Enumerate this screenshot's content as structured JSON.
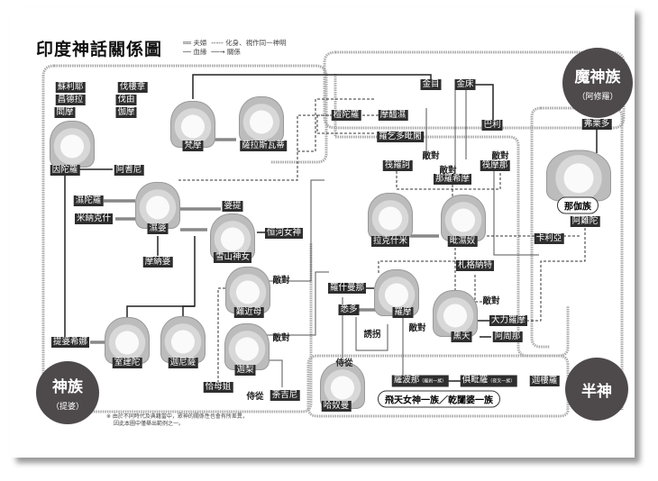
{
  "title": "印度神話關係圖",
  "legend": {
    "couple": "夫婦",
    "blood": "血緣",
    "avatar": "化身、視作同一神明",
    "relation": "關係"
  },
  "groups": {
    "asura": "魔神族",
    "asura_sub": "（阿修羅）",
    "deva": "神族",
    "deva_sub": "（提婆）",
    "demigod": "半神",
    "naga": "那伽族",
    "apsara": "飛天女神一族／乾闥婆一族"
  },
  "note": [
    "※ 由於不同時代及典籍當中，眾神的關係性也會有所差異，",
    "因此本圖中僅舉出範例之一。"
  ],
  "gods": {
    "surya": "蘇利耶",
    "chandra": "昌德拉",
    "yama": "閻摩",
    "varuna": "伐樓拿",
    "vayu": "伐由",
    "kama": "伽摩",
    "brahma": "梵摩",
    "saraswati": "薩拉斯瓦蒂",
    "indra": "因陀羅",
    "agni": "阿耆尼",
    "rudra": "濕陀羅",
    "minakshi": "米納克什",
    "shiva": "濕婆",
    "sati": "婆提",
    "ganga": "恒河女神",
    "parvati": "雪山神女",
    "manava": "摩納婆",
    "durga": "難近母",
    "kali": "迦梨",
    "chamunda": "恰母姐",
    "dakini": "荼吉尼",
    "devasena": "提婆希娜",
    "skanda": "室建陀",
    "ganesha": "迦尼薩",
    "dandhara": "檀陀羅",
    "mahisha": "摩醯濕",
    "raktabija": "羅乞多毗闍",
    "hiranyaksha": "金目",
    "hiranyakashipu": "金床",
    "bali": "巴利",
    "varaha": "筏羅訶",
    "narasimha": "那羅希摩",
    "vamana": "筏摩那",
    "vritra": "弗栗多",
    "ananta": "阿難陀",
    "kaliya": "卡利亞",
    "lakshmi": "拉克什米",
    "vishnu": "毗濕奴",
    "jagannath": "札格納特",
    "lakshmana": "羅什曼那",
    "sita": "悉多",
    "rama": "羅摩",
    "balarama": "大力羅摩",
    "krishna": "黑天",
    "arjuna": "阿周那",
    "hanuman": "哈奴曼",
    "ravana": "羅波那",
    "ravana_sub": "（羅剎一族）",
    "kubera": "俱毗羅",
    "kubera_sub": "（夜叉一族）",
    "garuda": "迦樓羅"
  },
  "relations": {
    "enemy": "敵對",
    "attendant": "侍從",
    "abduct": "誘拐"
  }
}
